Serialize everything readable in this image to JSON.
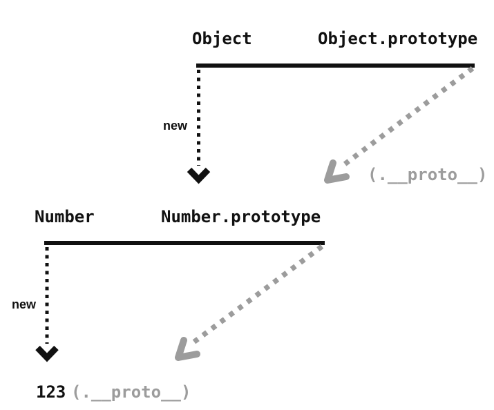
{
  "colors": {
    "ink": "#111111",
    "gray": "#9c9c9c",
    "background": "#ffffff"
  },
  "top_chain": {
    "constructor_label": "Object",
    "prototype_label": "Object.prototype",
    "new_arrow_label": "new",
    "proto_arrow_label": "(.__proto__)"
  },
  "bottom_chain": {
    "constructor_label": "Number",
    "prototype_label": "Number.prototype",
    "new_arrow_label": "new",
    "instance_label": "123",
    "proto_arrow_label": "(.__proto__)"
  }
}
